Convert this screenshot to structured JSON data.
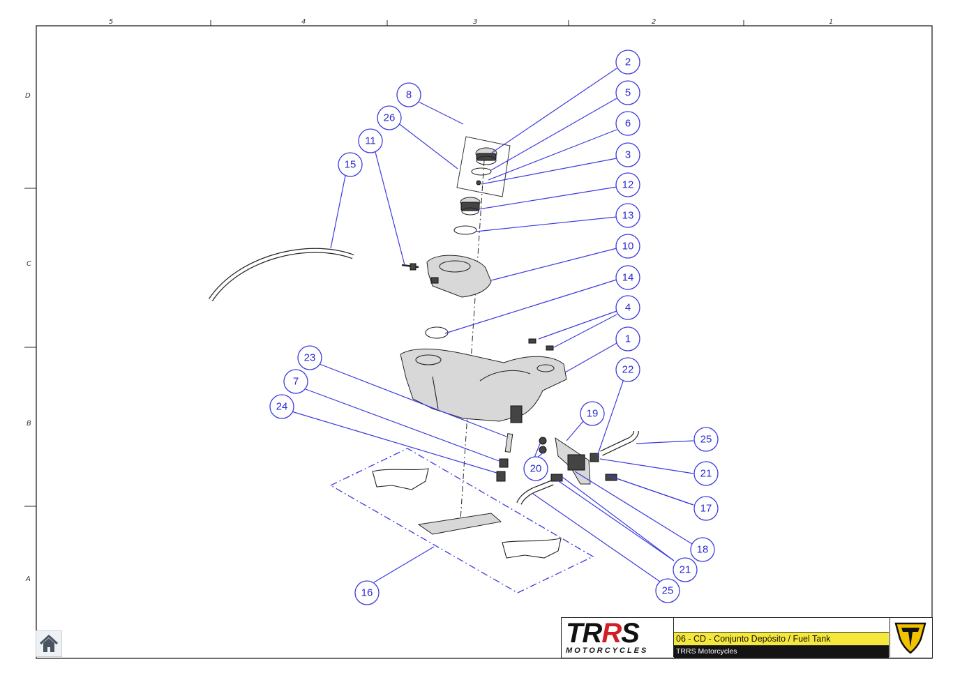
{
  "zones": {
    "columns": [
      "5",
      "4",
      "3",
      "2",
      "1"
    ],
    "rows": [
      "D",
      "C",
      "B",
      "A"
    ]
  },
  "callouts": [
    "1",
    "2",
    "3",
    "4",
    "5",
    "6",
    "7",
    "8",
    "10",
    "11",
    "12",
    "13",
    "14",
    "15",
    "16",
    "17",
    "18",
    "19",
    "20",
    "21",
    "21",
    "22",
    "23",
    "24",
    "25",
    "25",
    "26"
  ],
  "title_block": {
    "logo_main_a": "TR",
    "logo_main_b": "R",
    "logo_main_c": "S",
    "logo_sub": "MOTORCYCLES",
    "drawing_title": "06 - CD - Conjunto Depósito / Fuel Tank",
    "company": "TRRS Motorcycles"
  },
  "colors": {
    "callout": "#3a3ae0",
    "title_highlight": "#f5e83a",
    "logo_accent": "#d21f26",
    "shield": "#f2c200"
  },
  "home": {
    "icon": "home-icon"
  }
}
